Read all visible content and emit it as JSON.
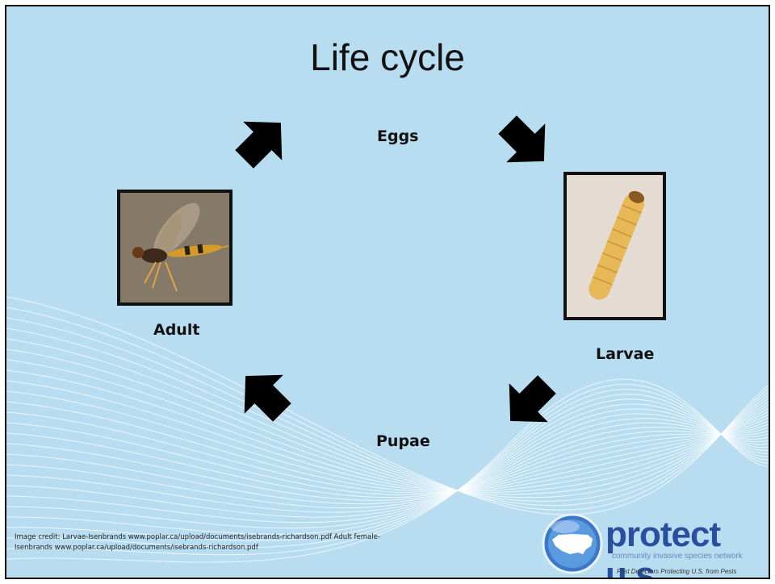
{
  "slide": {
    "title": "Life cycle",
    "colors": {
      "background": "#b8ddf0",
      "arrow": "#000000",
      "logo_blue": "#2a4fa0"
    }
  },
  "stages": {
    "eggs": "Eggs",
    "larvae": "Larvae",
    "pupae": "Pupae",
    "adult": "Adult"
  },
  "images": {
    "adult": "wasp-photo",
    "larvae": "larva-photo"
  },
  "credit": {
    "line1": "Image credit: Larvae-Isenbrands www.poplar.ca/upload/documents/isebrands-richardson.pdf Adult female-",
    "line2": "Isenbrands www.poplar.ca/upload/documents/isebrands-richardson.pdf"
  },
  "logo": {
    "name": "protect u.s.",
    "subtitle": "community invasive species network",
    "tagline": "First Detectors Protecting U.S. from Pests",
    "icon": "us-globe-icon"
  }
}
